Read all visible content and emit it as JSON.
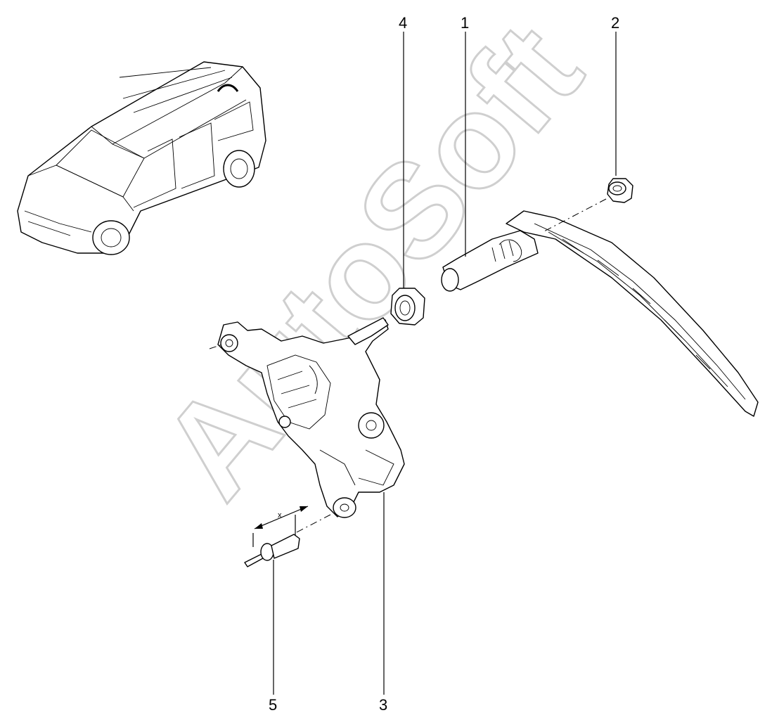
{
  "diagram": {
    "watermark": "AutoSoft",
    "dimension_label": "x",
    "callouts": [
      {
        "id": "callout-4",
        "label": "4"
      },
      {
        "id": "callout-1",
        "label": "1"
      },
      {
        "id": "callout-2",
        "label": "2"
      },
      {
        "id": "callout-5",
        "label": "5"
      },
      {
        "id": "callout-3",
        "label": "3"
      }
    ]
  }
}
